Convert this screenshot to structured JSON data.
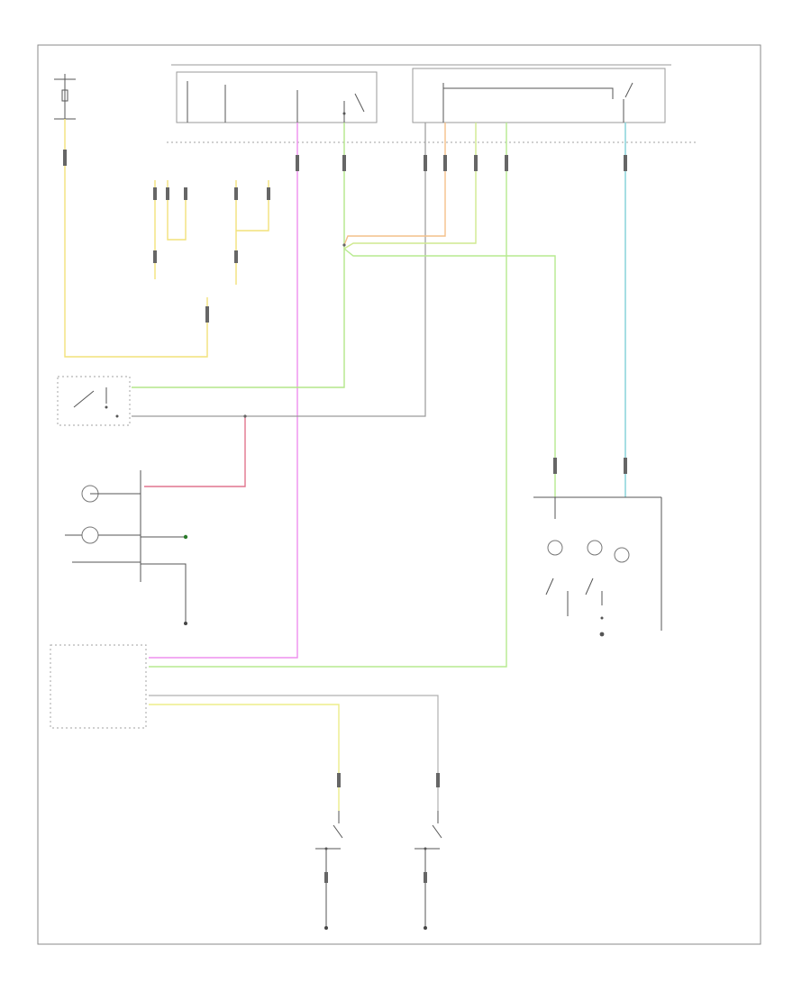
{
  "footer_code": "",
  "components": {
    "fuse_block": "",
    "fuse_label": "",
    "hot_at_all_times": "",
    "headlamp_switch": "",
    "dimmer_switch": "",
    "multifunction_switch": "",
    "ignition_switch": "",
    "instrument_cluster": "",
    "lamp_1": "",
    "lamp_2": "",
    "cluster_note": "",
    "ground_1": "",
    "warning_switch": "",
    "module": "",
    "module_note": "",
    "door_switch_left": "",
    "door_switch_right": "",
    "ground_left": "",
    "ground_right": "",
    "connector_a": "",
    "connector_b": "",
    "splice": ""
  },
  "wires": [
    {
      "id": "w-yel-fuse",
      "color": "#f2e27a"
    },
    {
      "id": "w-pink",
      "color": "#ee8fee"
    },
    {
      "id": "w-green-1",
      "color": "#b4e68a"
    },
    {
      "id": "w-gray",
      "color": "#9a9a9a"
    },
    {
      "id": "w-orange",
      "color": "#f4c08a"
    },
    {
      "id": "w-lgreen",
      "color": "#cfe98f"
    },
    {
      "id": "w-green-2",
      "color": "#b7ea8f"
    },
    {
      "id": "w-cyan",
      "color": "#8fd6dc"
    },
    {
      "id": "w-red",
      "color": "#e0758d"
    },
    {
      "id": "w-yellow-door",
      "color": "#eded8a"
    }
  ],
  "wire_labels": {
    "ign": "",
    "gry": "",
    "red": "",
    "grn": "",
    "blk": "",
    "pnk": "",
    "lgn": "",
    "yel": "",
    "wht": ""
  }
}
